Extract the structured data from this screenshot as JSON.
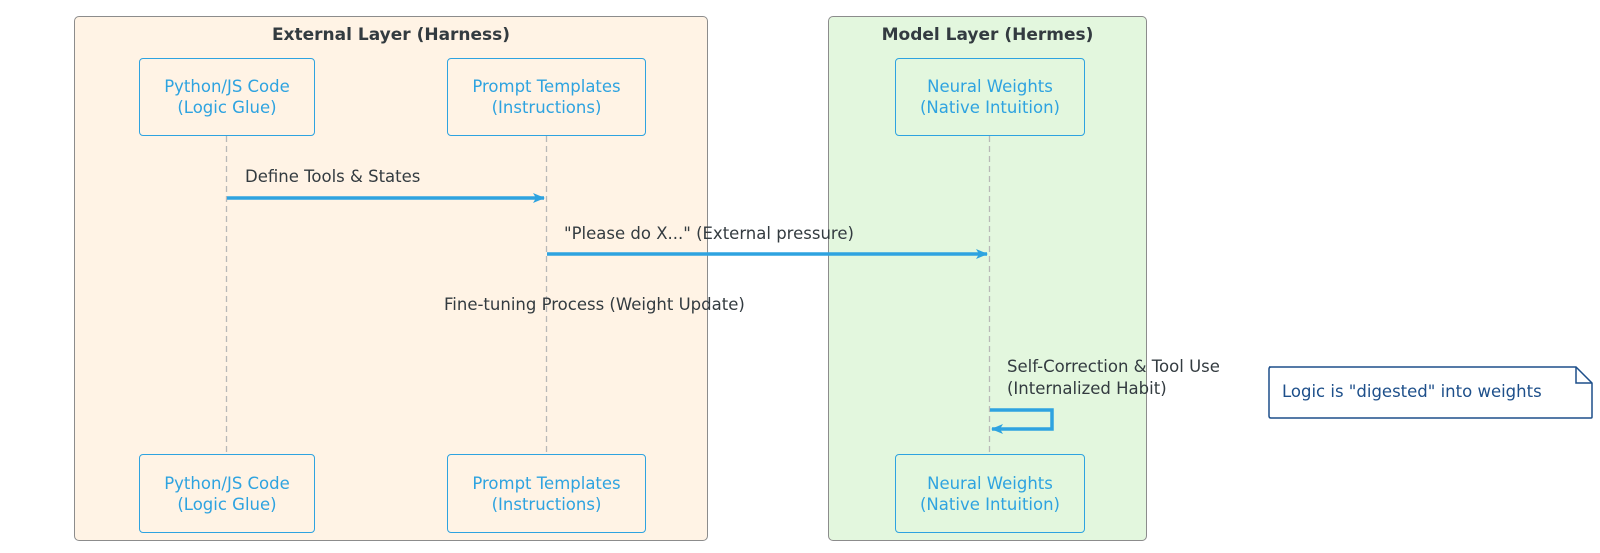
{
  "colors": {
    "external_bg": "#fff3e5",
    "model_bg": "#e3f7de",
    "group_border": "#8c8c8c",
    "participant_border": "#2ea3e0",
    "participant_text": "#2ea3e0",
    "arrow": "#2ea3e0",
    "lifeline": "#b8b8b8",
    "note_border": "#1d4f8a",
    "note_text": "#1d4f8a",
    "text": "#333b40"
  },
  "groups": {
    "external": {
      "title": "External Layer (Harness)"
    },
    "model": {
      "title": "Model Layer (Hermes)"
    }
  },
  "participants": {
    "code": {
      "line1": "Python/JS Code",
      "line2": "(Logic Glue)"
    },
    "prompts": {
      "line1": "Prompt Templates",
      "line2": "(Instructions)"
    },
    "weights": {
      "line1": "Neural Weights",
      "line2": "(Native Intuition)"
    }
  },
  "messages": {
    "define_tools": "Define Tools & States",
    "please_do": "\"Please do X...\" (External pressure)",
    "divider": "Fine-tuning Process (Weight Update)",
    "self_correction_1": "Self-Correction & Tool Use",
    "self_correction_2": "(Internalized Habit)"
  },
  "note": "Logic is \"digested\" into weights"
}
